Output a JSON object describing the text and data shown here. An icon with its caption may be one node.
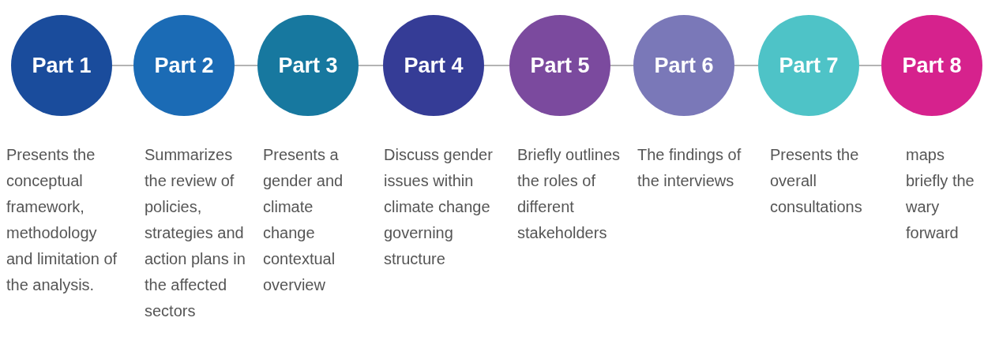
{
  "diagram": {
    "nodes": [
      {
        "text": [
          "Part 1"
        ],
        "beside": [
          "Presents the conceptual framework, methodology and limitation of the analysis."
        ]
      },
      {
        "text": [
          "Part 2"
        ],
        "beside": [
          "Summarizes the review of policies, strategies and action plans in the affected sectors"
        ]
      },
      {
        "text": [
          "Part 3"
        ],
        "beside": [
          "Presents a gender and climate change contextual overview"
        ]
      },
      {
        "text": [
          "Part 4"
        ],
        "beside": [
          "Discuss gender issues within climate change governing structure"
        ]
      },
      {
        "text": [
          "Part 5"
        ],
        "beside": [
          "Briefly outlines the roles of different stakeholders"
        ]
      },
      {
        "text": [
          "Part 6"
        ],
        "beside": [
          "The findings of the interviews"
        ]
      },
      {
        "text": [
          "Part 7"
        ],
        "beside": [
          "Presents the overall consultations"
        ]
      },
      {
        "text": [
          "Part 8"
        ],
        "beside": [
          "maps briefly the wary forward"
        ]
      }
    ],
    "edges": [
      {
        "from": 0,
        "to": 1,
        "arrow": "none"
      },
      {
        "from": 1,
        "to": 2,
        "arrow": "none"
      },
      {
        "from": 2,
        "to": 3,
        "arrow": "none"
      },
      {
        "from": 3,
        "to": 4,
        "arrow": "none"
      },
      {
        "from": 4,
        "to": 5,
        "arrow": "none"
      },
      {
        "from": 5,
        "to": 6,
        "arrow": "none"
      },
      {
        "from": 6,
        "to": 7,
        "arrow": "none"
      }
    ]
  }
}
